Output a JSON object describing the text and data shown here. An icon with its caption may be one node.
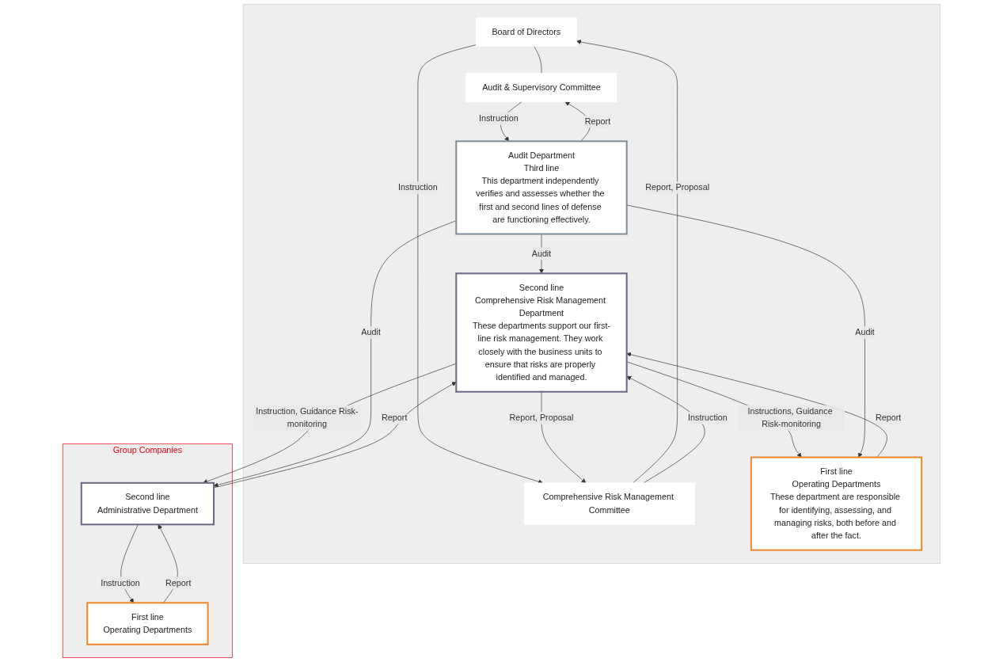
{
  "diagram": {
    "nodes": [
      {
        "text": [],
        "shape": "box"
      },
      {
        "text": [
          "Board of Directors"
        ],
        "in": 0
      },
      {
        "text": [
          "Audit & Supervisory Committee"
        ],
        "in": 0
      },
      {
        "text": [
          "Comprehensive Risk Management Committee"
        ],
        "in": 0
      },
      {
        "text": [
          "Second line",
          "Comprehensive Risk Management Department",
          "These departments support our first-line risk management. They work closely with the business units to ensure that risks are properly identified and managed."
        ],
        "in": 0
      },
      {
        "text": [
          "Audit Department",
          "Third line",
          "This department independently verifies and assesses whether the first and second lines of defense are functioning effectively."
        ],
        "in": 0
      },
      {
        "text": [
          "First line",
          "Operating Departments",
          "These department are responsible for identifying, assessing, and managing risks, both before and after the fact."
        ],
        "in": 0
      },
      {
        "text": [
          "Group Companies"
        ]
      },
      {
        "text": [
          "Second line",
          "Administrative Department"
        ],
        "in": 7
      },
      {
        "text": [
          "First line",
          "Operating Departments"
        ],
        "in": 7
      }
    ],
    "edges": [
      {
        "from": 1,
        "to": 2,
        "arrow": "none"
      },
      {
        "from": 3,
        "to": 1,
        "arrow": "to",
        "label": "Report, Proposal"
      },
      {
        "from": 1,
        "to": 3,
        "arrow": "to",
        "label": "Instruction"
      },
      {
        "from": 4,
        "to": 3,
        "arrow": "to",
        "label": "Report, Proposal"
      },
      {
        "from": 3,
        "to": 4,
        "arrow": "to",
        "label": "Instruction"
      },
      {
        "from": 5,
        "to": 2,
        "arrow": "to",
        "label": "Report"
      },
      {
        "from": 2,
        "to": 5,
        "arrow": "to",
        "label": "Instruction"
      },
      {
        "from": 5,
        "to": 4,
        "arrow": "to",
        "label": "Audit"
      },
      {
        "from": 6,
        "to": 4,
        "arrow": "to",
        "label": "Report"
      },
      {
        "from": 4,
        "to": 6,
        "arrow": "to",
        "label": "Instructions, Guidance Risk-monitoring"
      },
      {
        "from": 5,
        "to": 6,
        "arrow": "to",
        "label": "Audit"
      },
      {
        "from": 8,
        "to": 4,
        "arrow": "to",
        "label": "Report"
      },
      {
        "from": 4,
        "to": 8,
        "arrow": "to",
        "label": "Instruction, Guidance Risk-monitoring"
      },
      {
        "from": 5,
        "to": 8,
        "arrow": "to",
        "label": "Audit"
      },
      {
        "from": 9,
        "to": 8,
        "arrow": "to",
        "label": "Report"
      },
      {
        "from": 8,
        "to": 9,
        "arrow": "to",
        "label": "Instruction"
      }
    ]
  }
}
